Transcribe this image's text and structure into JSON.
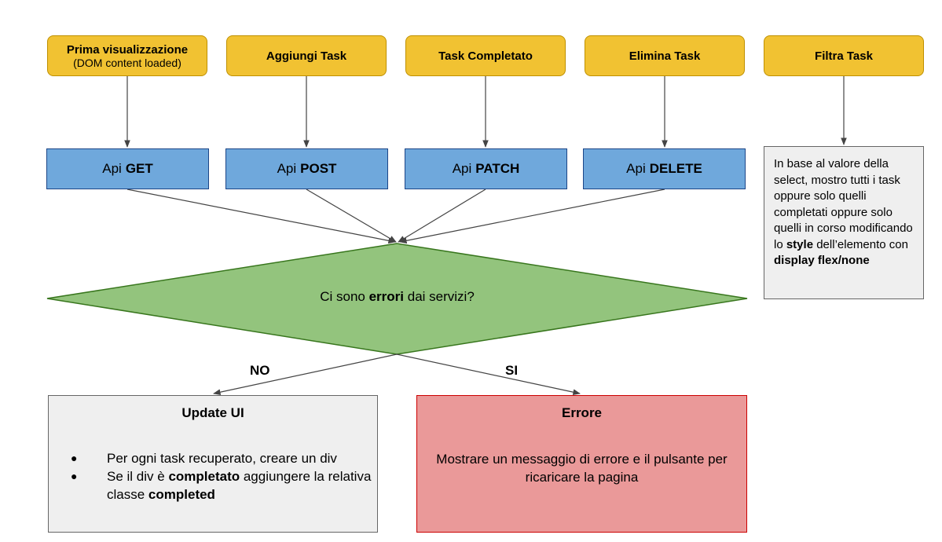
{
  "events": {
    "first_view_title": "Prima visualizzazione",
    "first_view_sub": "(DOM content loaded)",
    "add_task": "Aggiungi Task",
    "task_completed": "Task Completato",
    "delete_task": "Elimina Task",
    "filter_task": "Filtra Task"
  },
  "apis": {
    "prefix": "Api",
    "get": "GET",
    "post": "POST",
    "patch": "PATCH",
    "delete": "DELETE"
  },
  "filter_note": {
    "text_1": "In base al valore della select, mostro tutti i task oppure solo quelli completati oppure solo quelli in corso modificando lo ",
    "bold_1": "style",
    "text_2": " dell’elemento con ",
    "bold_2": "display flex/none"
  },
  "decision": {
    "text_before": "Ci sono ",
    "text_bold": "errori",
    "text_after": " dai servizi?",
    "no_label": "NO",
    "yes_label": "SI"
  },
  "update_ui": {
    "title": "Update UI",
    "bullet_symbol": "●",
    "item_1": "Per ogni task recuperato, creare un div",
    "item_2_before": "Se il div è ",
    "item_2_bold": "completato",
    "item_2_middle": " aggiungere la relativa classe ",
    "item_2_bold_2": "completed"
  },
  "error_box": {
    "title": "Errore",
    "text": "Mostrare un messaggio di errore e il pulsante per ricaricare la pagina"
  },
  "colors": {
    "event_fill": "#f1c232",
    "api_fill": "#6fa8dc",
    "decision_fill": "#93c47d",
    "error_fill": "#ea9999",
    "neutral_fill": "#efefef"
  }
}
